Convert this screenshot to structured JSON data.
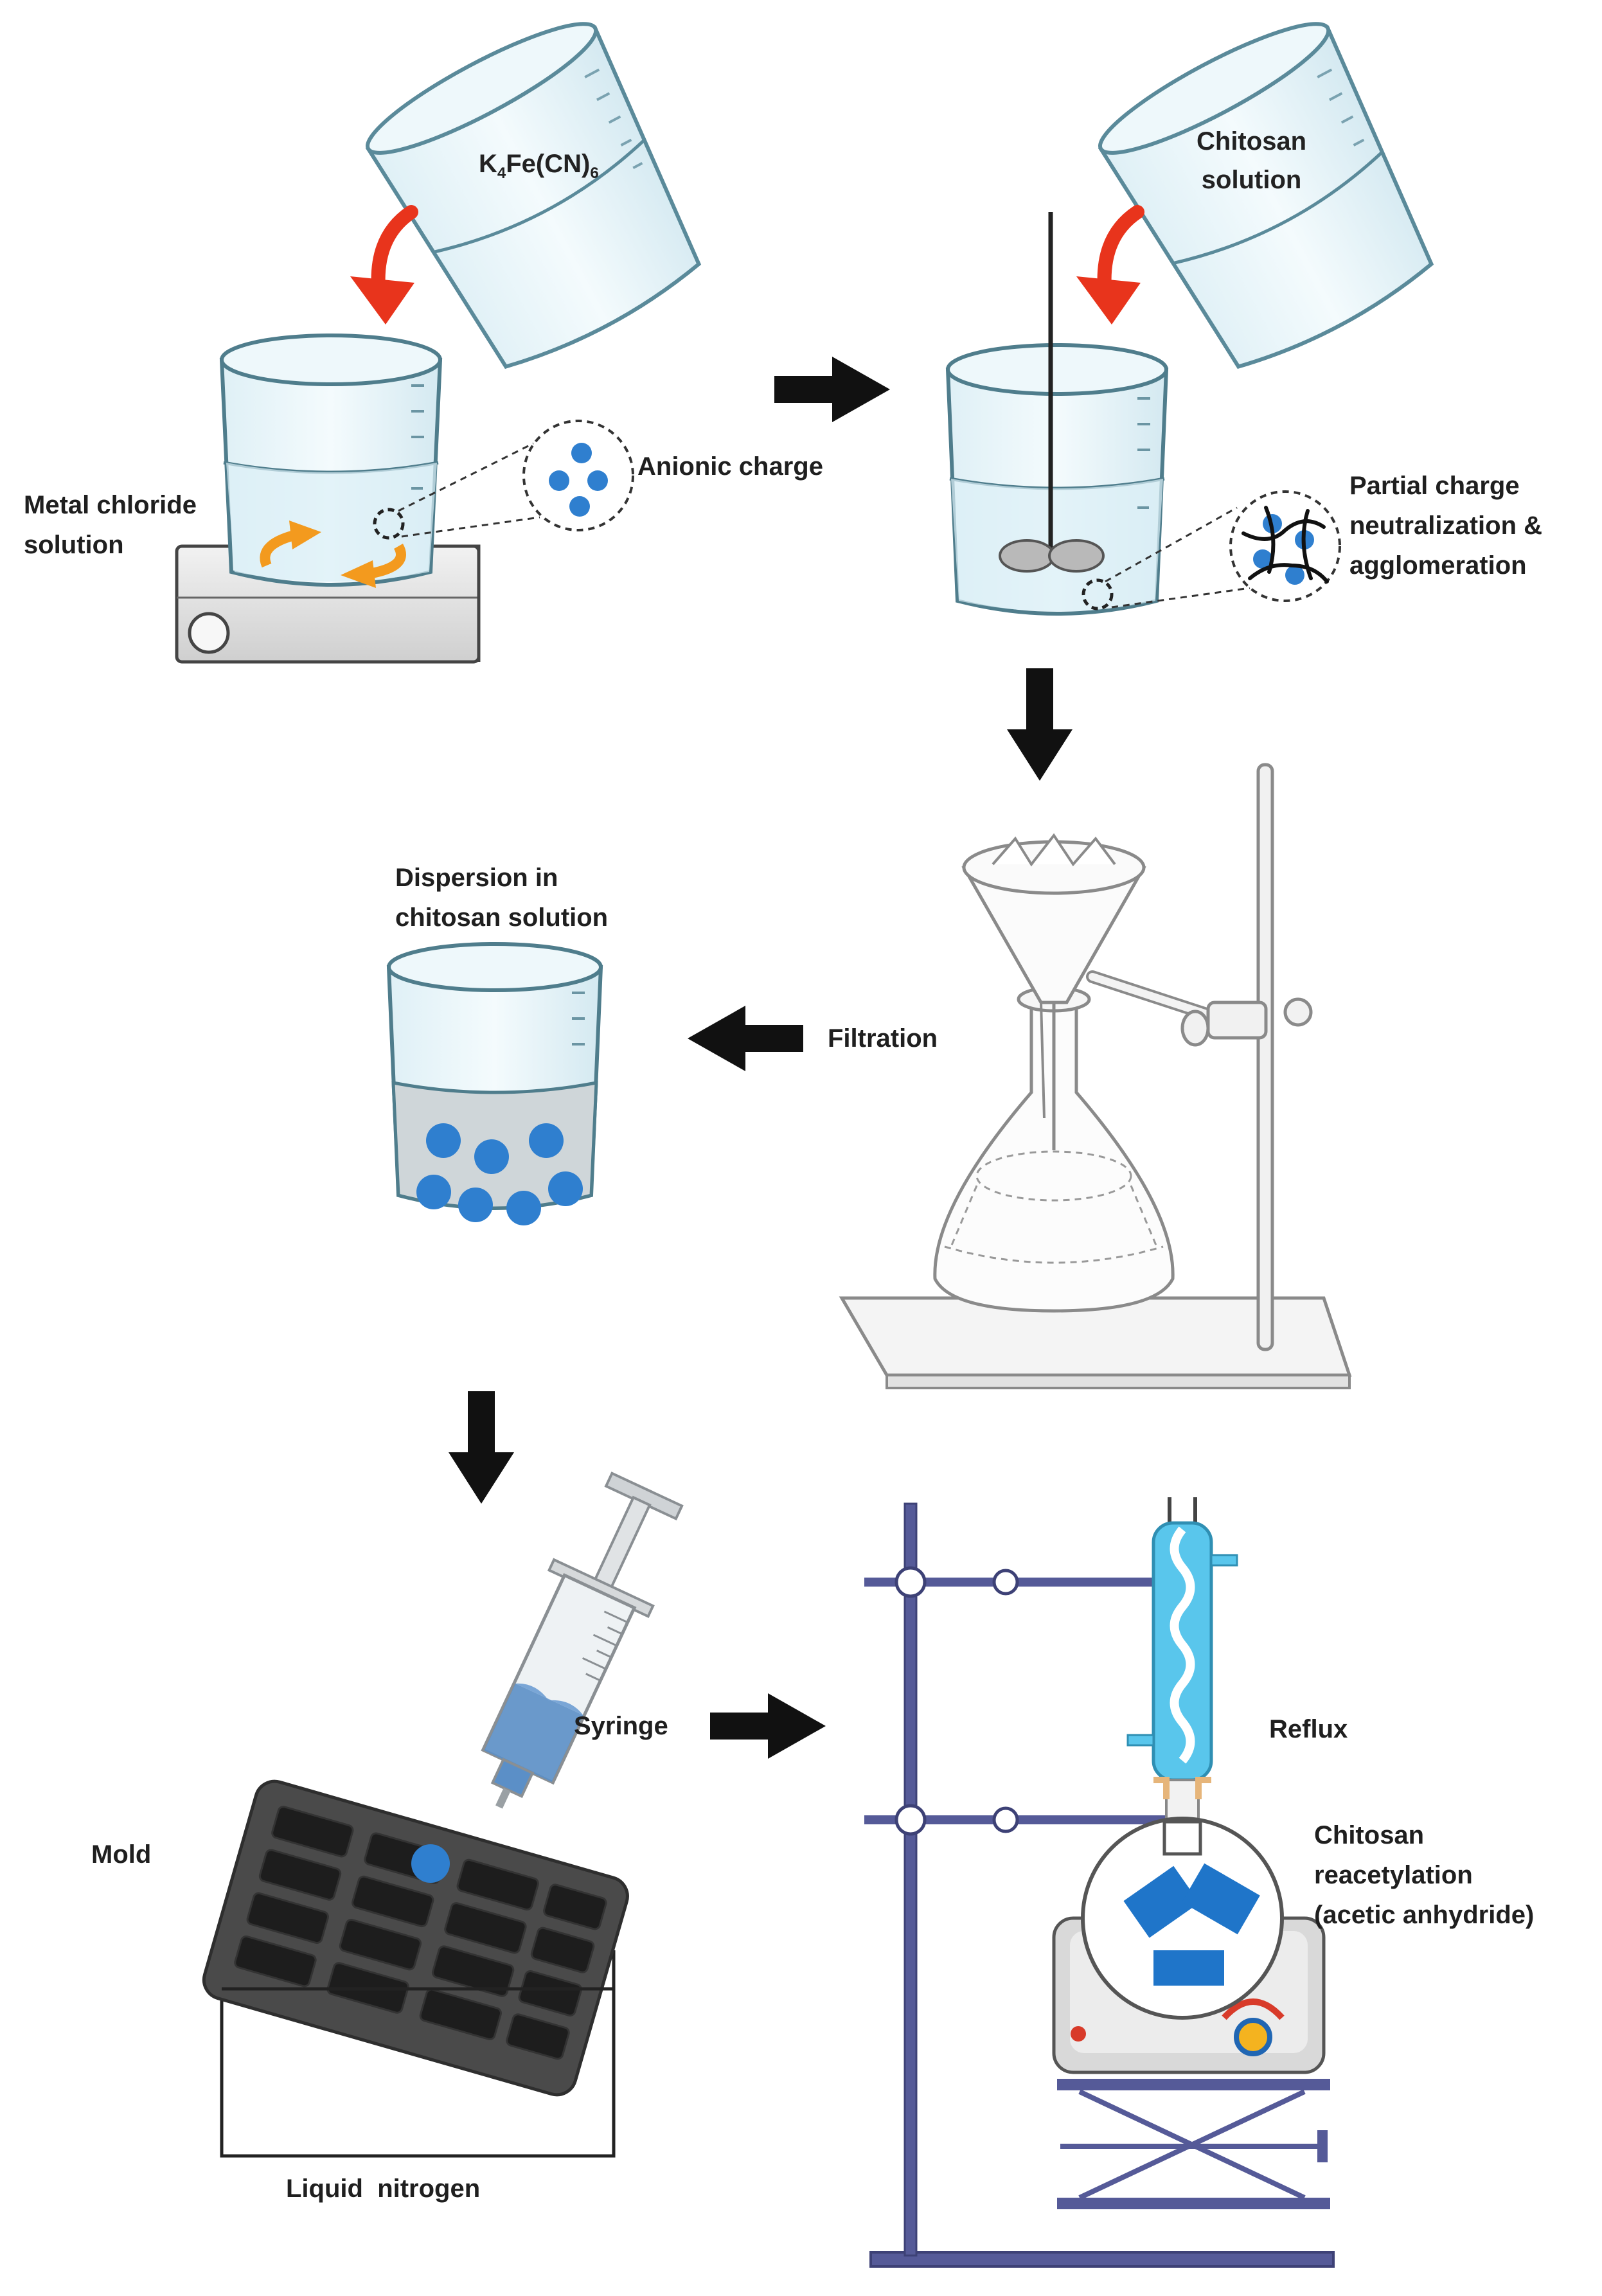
{
  "labels": {
    "k4fe_main": "K",
    "k4fe_sub1": "4",
    "k4fe_mid": "Fe(CN)",
    "k4fe_sub2": "6",
    "chitosan_solution_line1": "Chitosan",
    "chitosan_solution_line2": "solution",
    "metal_chloride_line1": "Metal chloride",
    "metal_chloride_line2": "solution",
    "anionic_charge": "Anionic charge",
    "partial_line1": "Partial charge",
    "partial_line2": "neutralization &",
    "partial_line3": "agglomeration",
    "dispersion_line1": "Dispersion in",
    "dispersion_line2": "chitosan solution",
    "filtration": "Filtration",
    "syringe": "Syringe",
    "mold": "Mold",
    "liquid_nitrogen": "Liquid  nitrogen",
    "reflux": "Reflux",
    "reacetylation_line1": "Chitosan",
    "reacetylation_line2": "reacetylation",
    "reacetylation_line3": "(acetic anhydride)"
  },
  "colors": {
    "particle_blue": "#2f7fcf",
    "pour_arrow_red": "#e8341c",
    "stir_arrow_orange": "#f39a1e",
    "flow_arrow_black": "#111111",
    "stand_purple": "#555a98",
    "condenser_water": "#59c6ec",
    "mold_grey": "#4a4a4a",
    "glass_tint": "#e8f4f8"
  },
  "icons": {
    "pour_arrow": "curved-red-arrow-icon",
    "flow_arrow": "black-block-arrow-icon",
    "stir_arrows": "circular-orange-arrows-icon"
  }
}
